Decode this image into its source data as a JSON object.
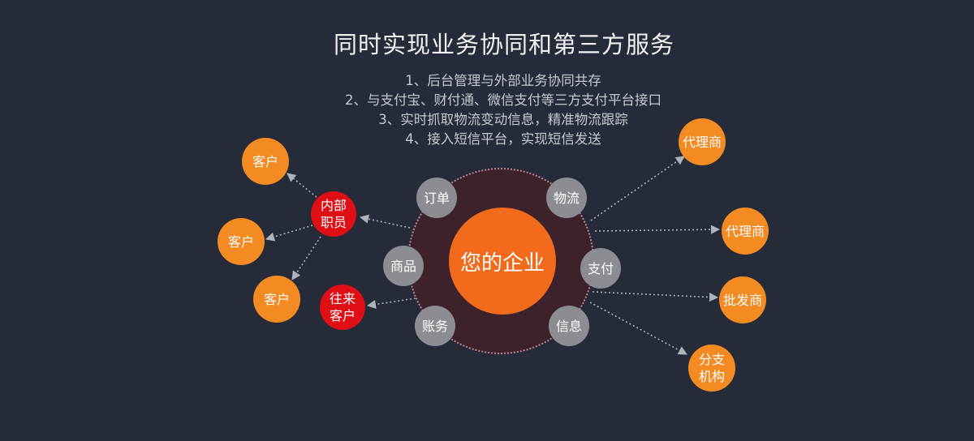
{
  "title": "同时实现业务协同和第三方服务",
  "points": [
    "1、后台管理与外部业务协同共存",
    "2、与支付宝、财付通、微信支付等三方支付平台接口",
    "3、实时抓取物流变动信息，精准物流跟踪",
    "4、接入短信平台，实现短信发送"
  ],
  "center_label": "您的企业",
  "modules": [
    "订单",
    "物流",
    "商品",
    "支付",
    "账务",
    "信息"
  ],
  "internal_staff": "内部\n职员",
  "partner_customers": "往来\n客户",
  "customers": [
    "客户",
    "客户",
    "客户"
  ],
  "partners": [
    "代理商",
    "代理商",
    "批发商",
    "分支\n机构"
  ],
  "colors": {
    "background": "#252b38",
    "center": "#f26a1b",
    "ring": "#3d222c",
    "module": "#8b8d92",
    "external": "#f48a22",
    "highlight": "#e00f15"
  }
}
